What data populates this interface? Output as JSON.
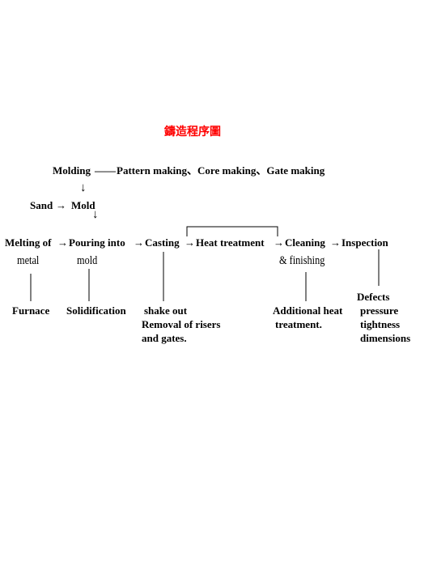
{
  "title": "鑄造程序圖",
  "molding_row": {
    "molding": "Molding",
    "dash": "——",
    "pattern": "Pattern making、Core making、Gate making"
  },
  "arrows": {
    "down": "↓",
    "right": "→"
  },
  "sand_row": {
    "sand": "Sand",
    "mold": "Mold"
  },
  "main_row": {
    "melting": "Melting of",
    "pouring": "Pouring into",
    "casting": "Casting",
    "heat_treatment": "Heat treatment",
    "cleaning": "Cleaning",
    "inspection": "Inspection"
  },
  "sub_row": {
    "metal": "metal",
    "mold": "mold",
    "finishing": "& finishing"
  },
  "details": {
    "furnace": "Furnace",
    "solidification": "Solidification",
    "shakeout": [
      "shake out",
      "Removal of risers",
      "and gates."
    ],
    "additional": [
      "Additional heat",
      "treatment."
    ],
    "inspection": [
      "Defects",
      "pressure",
      "tightness",
      "dimensions"
    ]
  },
  "colors": {
    "title": "#ff0000",
    "text": "#000000"
  }
}
